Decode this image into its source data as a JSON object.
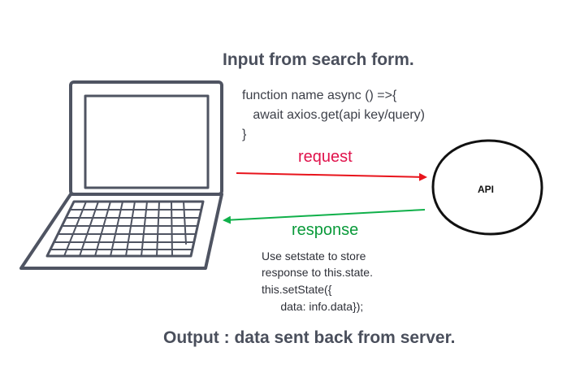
{
  "diagram": {
    "input_title": "Input from search form.",
    "code_lines": [
      "function name async () =>{",
      "   await axios.get(api key/query)",
      "}"
    ],
    "request_label": "request",
    "response_label": "response",
    "api_label": "API",
    "note_lines": [
      "Use setstate to store",
      "response to this.state.",
      "this.setState({",
      "      data: info.data});"
    ],
    "output_title": "Output : data sent back from server."
  },
  "colors": {
    "title": "#4a4f5c",
    "laptop_stroke": "#4f5462",
    "request_arrow": "#e8141c",
    "response_arrow": "#10b04a",
    "api_stroke": "#111111"
  }
}
